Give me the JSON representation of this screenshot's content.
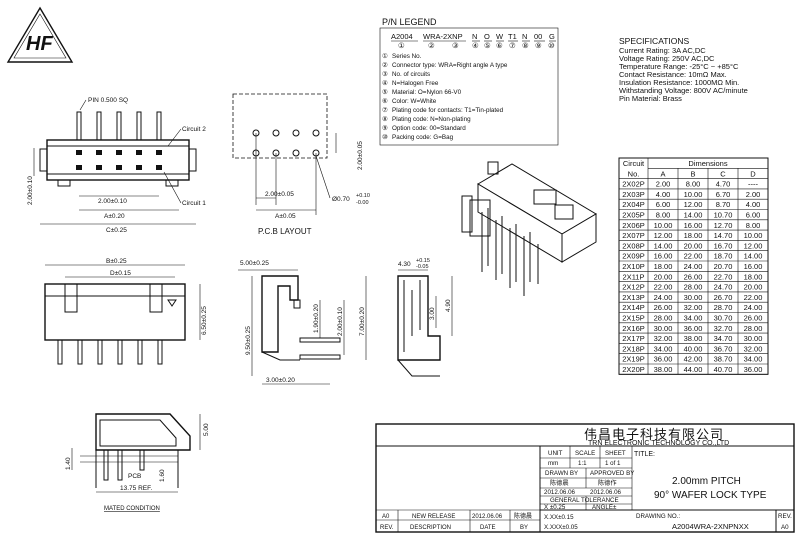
{
  "logo": {
    "text": "HF"
  },
  "pn_legend": {
    "title": "P/N LEGEND",
    "part_number": [
      "A2004",
      "WRA-2XNP",
      "N",
      "O",
      "W",
      "T1",
      "N",
      "00",
      "G"
    ],
    "markers": [
      "①",
      "②",
      "③",
      "④",
      "⑤",
      "⑥",
      "⑦",
      "⑧",
      "⑨",
      "⑩"
    ],
    "items": [
      "Series No.",
      "Connector type: WRA=Right angle A type",
      "No. of circuits",
      "N=Halogen Free",
      "Material: O=Nylon 66-V0",
      "Color: W=White",
      "Plating code for contacts: T1=Tin-plated",
      "Plating code: N=Non-plating",
      "Option code: 00=Standard",
      "Packing code: G=Bag"
    ]
  },
  "specifications": {
    "title": "SPECIFICATIONS",
    "lines": [
      "Current Rating: 3A AC,DC",
      "Voltage Rating: 250V AC,DC",
      "Temperature Range: -25°C ~ +85°C",
      "Contact Resistance: 10mΩ Max.",
      "Insulation Resistance: 1000MΩ Min.",
      "Withstanding Voltage: 800V AC/minute",
      "Pin Material: Brass"
    ]
  },
  "dim_table": {
    "header_circuit": "Circuit",
    "header_no": "No.",
    "header_dims": "Dimensions",
    "cols": [
      "A",
      "B",
      "C",
      "D"
    ],
    "rows": [
      [
        "2X02P",
        "2.00",
        "8.00",
        "4.70",
        "----"
      ],
      [
        "2X03P",
        "4.00",
        "10.00",
        "6.70",
        "2.00"
      ],
      [
        "2X04P",
        "6.00",
        "12.00",
        "8.70",
        "4.00"
      ],
      [
        "2X05P",
        "8.00",
        "14.00",
        "10.70",
        "6.00"
      ],
      [
        "2X06P",
        "10.00",
        "16.00",
        "12.70",
        "8.00"
      ],
      [
        "2X07P",
        "12.00",
        "18.00",
        "14.70",
        "10.00"
      ],
      [
        "2X08P",
        "14.00",
        "20.00",
        "16.70",
        "12.00"
      ],
      [
        "2X09P",
        "16.00",
        "22.00",
        "18.70",
        "14.00"
      ],
      [
        "2X10P",
        "18.00",
        "24.00",
        "20.70",
        "16.00"
      ],
      [
        "2X11P",
        "20.00",
        "26.00",
        "22.70",
        "18.00"
      ],
      [
        "2X12P",
        "22.00",
        "28.00",
        "24.70",
        "20.00"
      ],
      [
        "2X13P",
        "24.00",
        "30.00",
        "26.70",
        "22.00"
      ],
      [
        "2X14P",
        "26.00",
        "32.00",
        "28.70",
        "24.00"
      ],
      [
        "2X15P",
        "28.00",
        "34.00",
        "30.70",
        "26.00"
      ],
      [
        "2X16P",
        "30.00",
        "36.00",
        "32.70",
        "28.00"
      ],
      [
        "2X17P",
        "32.00",
        "38.00",
        "34.70",
        "30.00"
      ],
      [
        "2X18P",
        "34.00",
        "40.00",
        "36.70",
        "32.00"
      ],
      [
        "2X19P",
        "36.00",
        "42.00",
        "38.70",
        "34.00"
      ],
      [
        "2X20P",
        "38.00",
        "44.00",
        "40.70",
        "36.00"
      ]
    ]
  },
  "drawing_labels": {
    "pin": "PIN 0.500 SQ",
    "circuit2": "Circuit 2",
    "circuit1": "Circuit 1",
    "dim_200_010": "2.00±0.10",
    "dim_a": "A±0.20",
    "dim_c": "C±0.25",
    "dim_side": "2.00±0.10",
    "pcb_dim_a": "A±0.05",
    "pcb_dim_200": "2.00±0.05",
    "pcb_dim_200v": "2.00±0.05",
    "pcb_hole": "Ø0.70",
    "pcb_hole_tol_plus": "+0.10",
    "pcb_hole_tol_minus": "-0.00",
    "pcb_layout": "P.C.B LAYOUT",
    "b_dim": "B±0.25",
    "d_dim": "D±0.15",
    "h_650": "6.50±0.25",
    "w_500": "5.00±0.25",
    "h_950": "9.50±0.25",
    "h_190": "1.90±0.20",
    "h_200": "2.00±0.10",
    "h_700": "7.00±0.20",
    "w_300": "3.00±0.20",
    "w_430": "4.30",
    "w_430_tol_plus": "+0.15",
    "w_430_tol_minus": "-0.05",
    "h_300": "3.00",
    "h_490": "4.90",
    "h_500": "5.00",
    "h_140": "1.40",
    "h_160": "1.60",
    "pcb": "PCB",
    "ref_1375": "13.75 REF.",
    "mated": "MATED CONDITION"
  },
  "title_block": {
    "company_cn": "伟昌电子科技有限公司",
    "company_en": "TRN ELECTRONIC TECHNOLOGY CO.,LTD",
    "title_label": "TITLE:",
    "title_line1": "2.00mm PITCH",
    "title_line2": "90° WAFER LOCK TYPE",
    "unit_label": "UNIT",
    "unit_value": "mm",
    "scale_label": "SCALE",
    "scale_value": "1:1",
    "sheet_label": "SHEET",
    "sheet_value": "1 of 1",
    "drawn_by_label": "DRAWN BY",
    "approved_by_label": "APPROVED BY",
    "drawn_by_name": "陈德晨",
    "approved_by_name": "陈德作",
    "drawn_date": "2012.06.06",
    "approved_date": "2012.06.06",
    "general_tol": "GENERAL TOLERANCE",
    "tol_x": "X ±0.25",
    "tol_xx": "X.XX±0.15",
    "tol_xxx": "X.XXX±0.05",
    "angle_label": "ANGLE±",
    "drawing_no_label": "DRAWING NO.:",
    "drawing_no": "A2004WRA-2XNPNXX",
    "rev_label": "REV.",
    "rev_value": "A0",
    "rev_rows": [
      {
        "rev": "A0",
        "desc": "NEW RELEASE",
        "date": "2012.06.06",
        "by": "陈德晨"
      },
      {
        "rev": "REV.",
        "desc": "DESCRIPTION",
        "date": "DATE",
        "by": "BY"
      }
    ]
  }
}
